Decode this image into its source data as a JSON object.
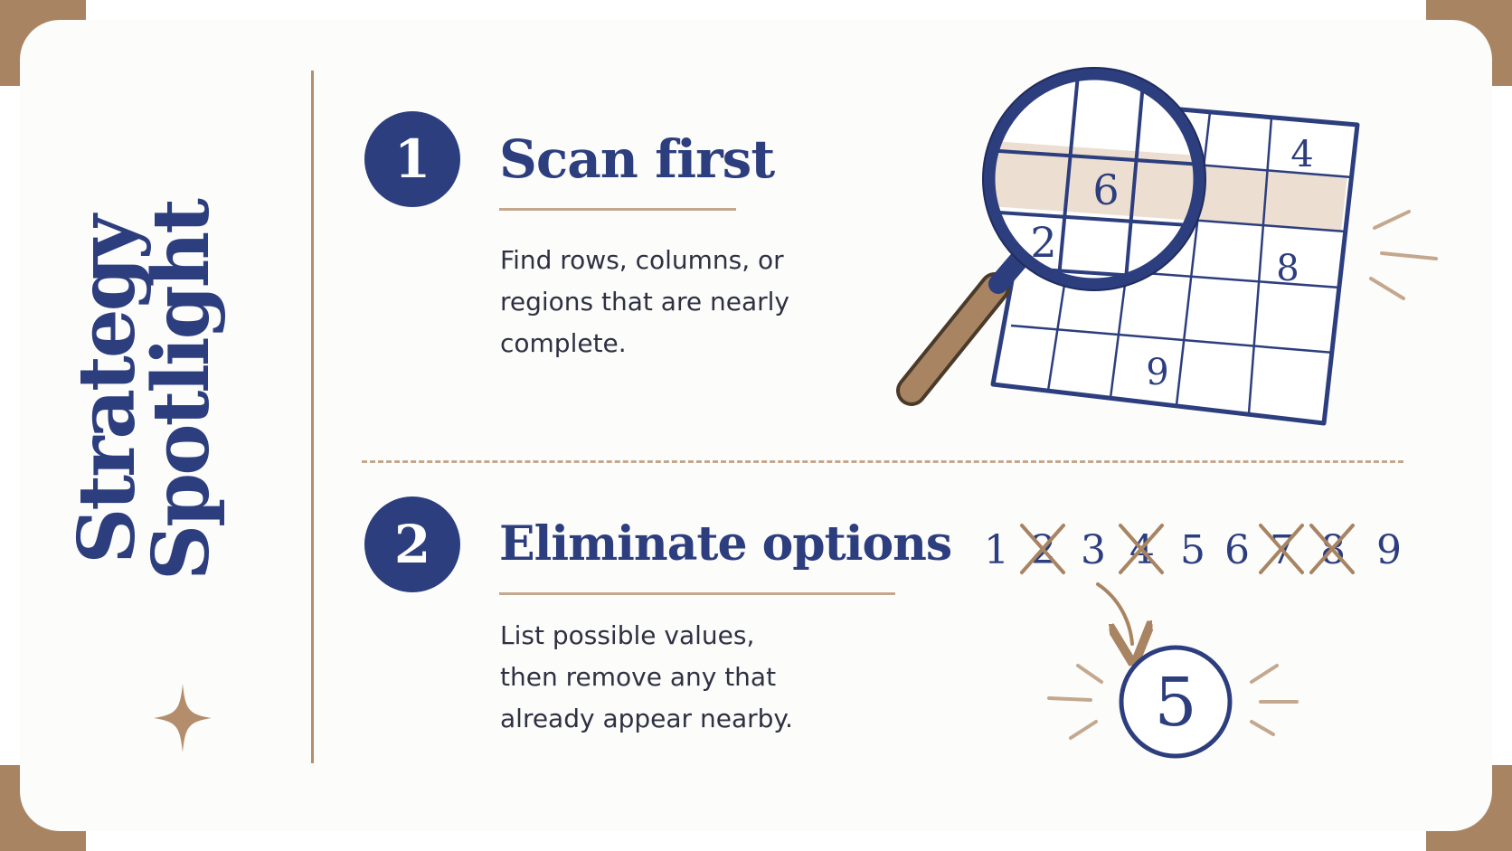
{
  "title": {
    "line1": "Strategy",
    "line2": "Spotlight"
  },
  "steps": [
    {
      "number": "1",
      "title": "Scan first",
      "description": "Find rows, columns, or regions that are nearly complete."
    },
    {
      "number": "2",
      "title": "Eliminate options",
      "description": "List possible values, then remove any that already appear nearby."
    }
  ],
  "grid_numbers": [
    "6",
    "2",
    "4",
    "8",
    "9"
  ],
  "candidates": [
    "1",
    "2",
    "3",
    "4",
    "5",
    "6",
    "7",
    "8",
    "9"
  ],
  "crossed_out": [
    "2",
    "4",
    "7",
    "8"
  ],
  "answer": "5",
  "colors": {
    "navy": "#2d3e7e",
    "tan": "#a88462",
    "highlight": "#ecdfd1",
    "text": "#2f3142"
  },
  "icons": [
    "magnifying-glass-icon",
    "sparkle-icon"
  ]
}
